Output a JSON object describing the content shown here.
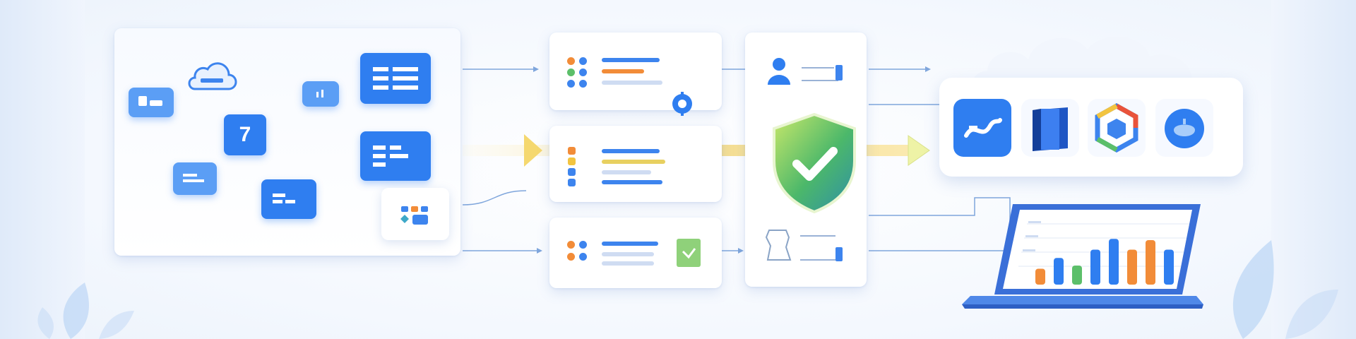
{
  "left_panel": {
    "number_node": "7"
  },
  "icons": {
    "cloud": "cloud-icon",
    "shield": "shield-check-icon",
    "user": "user-icon",
    "document": "document-icon",
    "settings_badge": "gear-badge-icon",
    "apps": [
      "app-swirl-icon",
      "app-book-icon",
      "app-hex-icon",
      "app-pumpkin-icon"
    ],
    "laptop": "laptop-icon"
  },
  "colors": {
    "primary_blue": "#2f7ef0",
    "accent_orange": "#f28c38",
    "accent_yellow": "#f2c440",
    "accent_green": "#5cbf6a",
    "shield_green": "#4cb86a"
  },
  "chart_bars": [
    0.25,
    0.42,
    0.3,
    0.55,
    0.72,
    0.55,
    0.7,
    0.55
  ]
}
